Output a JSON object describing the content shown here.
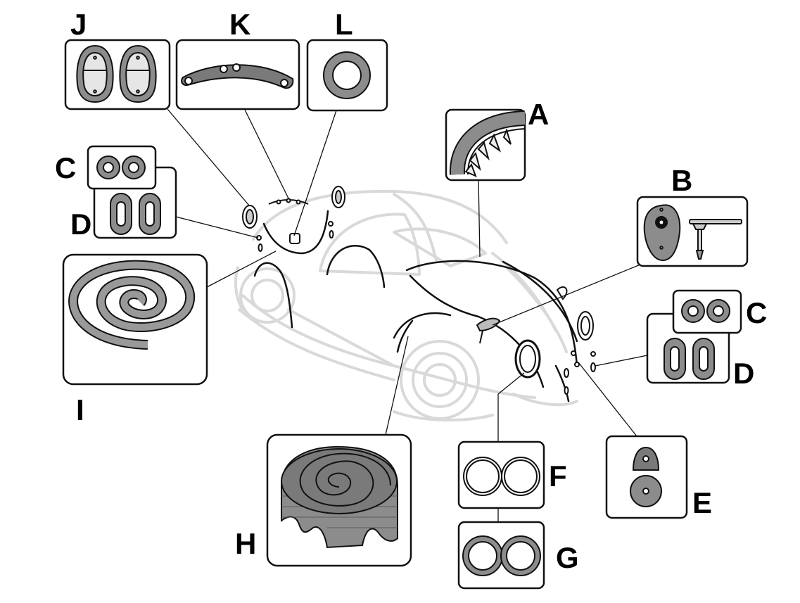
{
  "diagram": {
    "labels": {
      "a": "A",
      "b": "B",
      "c": "C",
      "d": "D",
      "e": "E",
      "f": "F",
      "g": "G",
      "h": "H",
      "i": "I",
      "j": "J",
      "k": "K",
      "l": "L"
    },
    "colors": {
      "outline": "#111111",
      "rubber": "#8c8c8c",
      "rubber_dark": "#666666",
      "car_ghost": "#d7d7d7",
      "background": "#ffffff"
    },
    "parts": [
      {
        "id": "a",
        "shape": "fender-bead-with-clips"
      },
      {
        "id": "b",
        "shape": "mirror-gasket-and-bolt"
      },
      {
        "id": "c",
        "shape": "round-grommet-pair"
      },
      {
        "id": "d",
        "shape": "oval-grommet-pair"
      },
      {
        "id": "e",
        "shape": "teardrop-and-round-seal"
      },
      {
        "id": "f",
        "shape": "thin-headlight-ring-pair"
      },
      {
        "id": "g",
        "shape": "thick-headlight-ring-pair"
      },
      {
        "id": "h",
        "shape": "rolled-tall-strip"
      },
      {
        "id": "i",
        "shape": "rolled-flat-strip"
      },
      {
        "id": "j",
        "shape": "taillight-gasket-pair"
      },
      {
        "id": "k",
        "shape": "license-light-gasket"
      },
      {
        "id": "l",
        "shape": "round-seal"
      }
    ]
  }
}
